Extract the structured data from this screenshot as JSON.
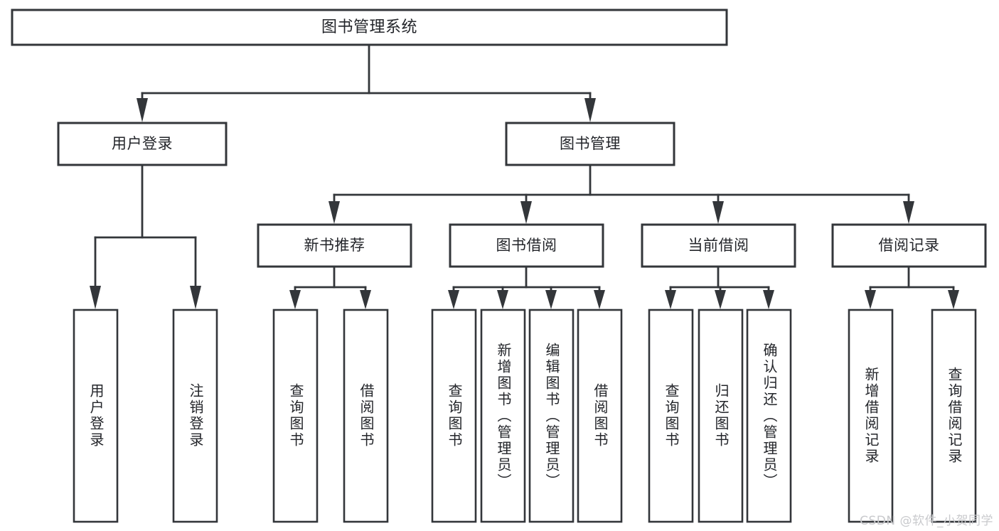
{
  "diagram": {
    "type": "tree-hierarchy",
    "title": "图书管理系统",
    "root": {
      "id": "root",
      "label": "图书管理系统",
      "orientation": "horizontal"
    },
    "level2": [
      {
        "id": "user-login",
        "label": "用户登录",
        "orientation": "horizontal"
      },
      {
        "id": "book-manage",
        "label": "图书管理",
        "orientation": "horizontal"
      }
    ],
    "level3": [
      {
        "id": "new-book-recommend",
        "label": "新书推荐",
        "orientation": "horizontal",
        "parent": "book-manage"
      },
      {
        "id": "book-borrow",
        "label": "图书借阅",
        "orientation": "horizontal",
        "parent": "book-manage"
      },
      {
        "id": "current-borrow",
        "label": "当前借阅",
        "orientation": "horizontal",
        "parent": "book-manage"
      },
      {
        "id": "borrow-record",
        "label": "借阅记录",
        "orientation": "horizontal",
        "parent": "book-manage"
      }
    ],
    "leaves": {
      "user-login": [
        {
          "id": "leaf-user-login",
          "label": "用户登录",
          "orientation": "vertical"
        },
        {
          "id": "leaf-logout-login",
          "label": "注销登录",
          "orientation": "vertical"
        }
      ],
      "new-book-recommend": [
        {
          "id": "leaf-query-book-1",
          "label": "查询图书",
          "orientation": "vertical"
        },
        {
          "id": "leaf-borrow-book-1",
          "label": "借阅图书",
          "orientation": "vertical"
        }
      ],
      "book-borrow": [
        {
          "id": "leaf-query-book-2",
          "label": "查询图书",
          "orientation": "vertical"
        },
        {
          "id": "leaf-add-book",
          "label": "新增图书（管理员）",
          "orientation": "vertical"
        },
        {
          "id": "leaf-edit-book",
          "label": "编辑图书（管理员）",
          "orientation": "vertical"
        },
        {
          "id": "leaf-borrow-book-2",
          "label": "借阅图书",
          "orientation": "vertical"
        }
      ],
      "current-borrow": [
        {
          "id": "leaf-query-book-3",
          "label": "查询图书",
          "orientation": "vertical"
        },
        {
          "id": "leaf-return-book",
          "label": "归还图书",
          "orientation": "vertical"
        },
        {
          "id": "leaf-confirm-return",
          "label": "确认归还（管理员）",
          "orientation": "vertical"
        }
      ],
      "borrow-record": [
        {
          "id": "leaf-add-record",
          "label": "新增借阅记录",
          "orientation": "vertical"
        },
        {
          "id": "leaf-query-record",
          "label": "查询借阅记录",
          "orientation": "vertical"
        }
      ]
    },
    "colors": {
      "stroke": "#33363a",
      "fill": "#ffffff",
      "text": "#23252a",
      "watermark": "#c9cacd",
      "background": "#ffffff"
    }
  },
  "watermark": {
    "text": "CSDN @软件_小贺同学"
  }
}
